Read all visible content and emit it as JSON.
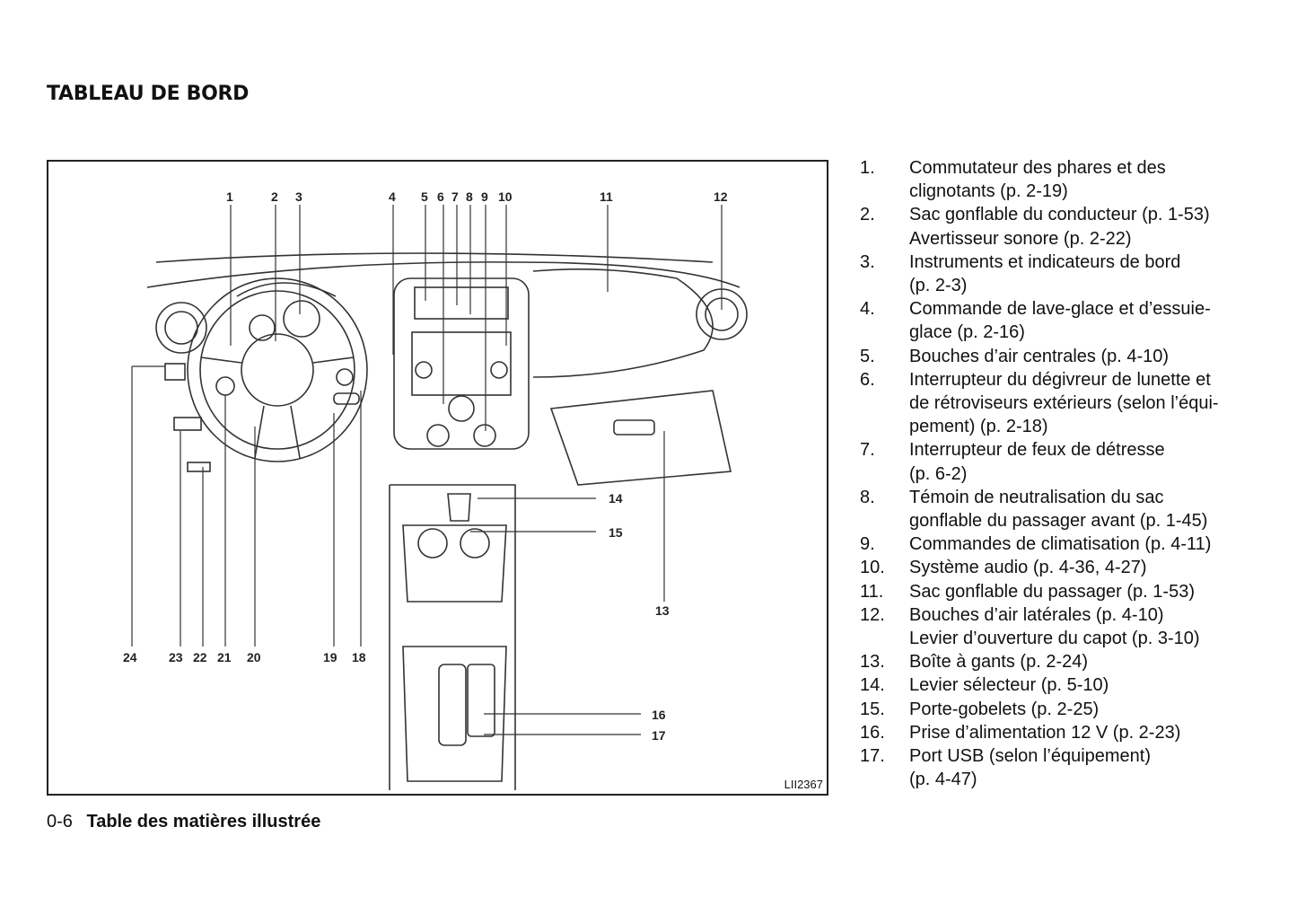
{
  "header": {
    "title": "TABLEAU DE BORD"
  },
  "figure": {
    "id_label": "LII2367",
    "callouts": [
      "1",
      "2",
      "3",
      "4",
      "5",
      "6",
      "7",
      "8",
      "9",
      "10",
      "11",
      "12",
      "13",
      "14",
      "15",
      "16",
      "17",
      "18",
      "19",
      "20",
      "21",
      "22",
      "23",
      "24"
    ]
  },
  "legend": [
    {
      "num": "1.",
      "text": "Commutateur des phares et des\nclignotants (p. 2-19)"
    },
    {
      "num": "2.",
      "text": "Sac gonflable du conducteur (p. 1-53)\nAvertisseur sonore (p. 2-22)"
    },
    {
      "num": "3.",
      "text": "Instruments et indicateurs de bord\n(p. 2-3)"
    },
    {
      "num": "4.",
      "text": "Commande de lave-glace et d’essuie-\nglace (p. 2-16)"
    },
    {
      "num": "5.",
      "text": "Bouches d’air centrales (p. 4-10)"
    },
    {
      "num": "6.",
      "text": "Interrupteur du dégivreur de lunette et\nde rétroviseurs extérieurs (selon l’équi-\npement) (p. 2-18)"
    },
    {
      "num": "7.",
      "text": "Interrupteur de feux de détresse\n(p. 6-2)"
    },
    {
      "num": "8.",
      "text": "Témoin de neutralisation du sac\ngonflable du passager avant (p. 1-45)"
    },
    {
      "num": "9.",
      "text": "Commandes de climatisation (p. 4-11)"
    },
    {
      "num": "10.",
      "text": "Système audio (p. 4-36, 4-27)"
    },
    {
      "num": "11.",
      "text": "Sac gonflable du passager (p. 1-53)"
    },
    {
      "num": "12.",
      "text": "Bouches d’air latérales (p. 4-10)\nLevier d’ouverture du capot (p. 3-10)"
    },
    {
      "num": "13.",
      "text": "Boîte à gants (p. 2-24)"
    },
    {
      "num": "14.",
      "text": "Levier sélecteur (p. 5-10)"
    },
    {
      "num": "15.",
      "text": "Porte-gobelets (p. 2-25)"
    },
    {
      "num": "16.",
      "text": "Prise d’alimentation 12 V (p. 2-23)"
    },
    {
      "num": "17.",
      "text": "Port USB (selon l’équipement)\n(p. 4-47)"
    }
  ],
  "footer": {
    "page_number": "0-6",
    "section_title": "Table des matières illustrée"
  }
}
